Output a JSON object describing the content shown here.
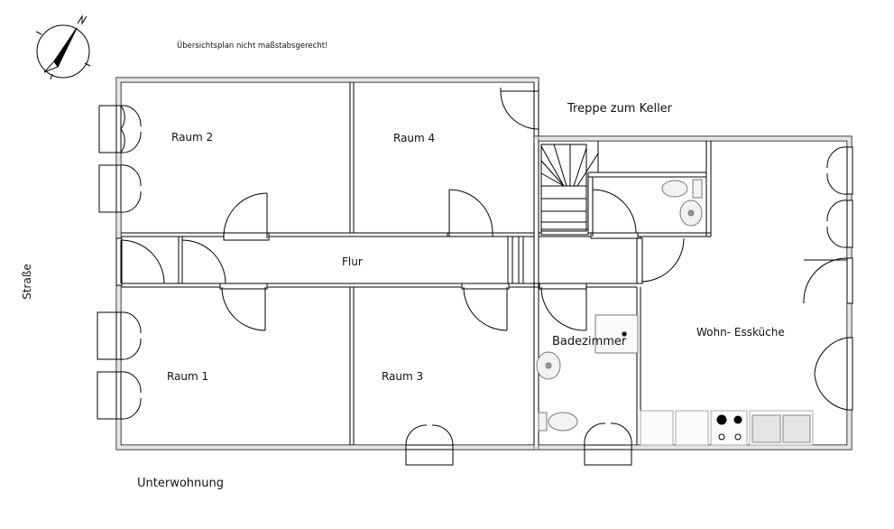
{
  "note": "Übersichtsplan nicht maßstabsgerecht!",
  "compass": {
    "north_letter": "N"
  },
  "labels": {
    "street": "Straße",
    "stairs": "Treppe zum Keller",
    "apartment": "Unterwohnung"
  },
  "rooms": {
    "raum2": "Raum 2",
    "raum4": "Raum 4",
    "flur": "Flur",
    "raum1": "Raum 1",
    "raum3": "Raum 3",
    "bad": "Badezimmer",
    "kueche": "Wohn- Essküche"
  },
  "colors": {
    "wall": "#bfbfbf",
    "line": "#000000",
    "fixture": "#d9d9d9"
  }
}
